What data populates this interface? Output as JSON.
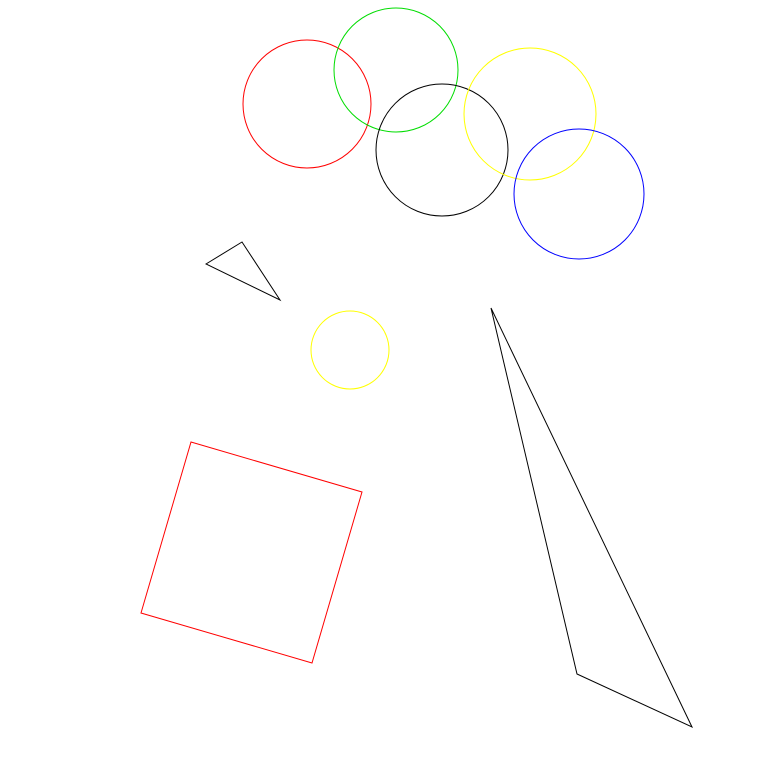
{
  "background": "#ffffff",
  "shapes": [
    {
      "kind": "circle",
      "name": "red-circle",
      "color": "#ff0000"
    },
    {
      "kind": "circle",
      "name": "green-circle",
      "color": "#00dd00"
    },
    {
      "kind": "circle",
      "name": "black-circle",
      "color": "#000000"
    },
    {
      "kind": "circle",
      "name": "yellow-circle-large",
      "color": "#ffff00"
    },
    {
      "kind": "circle",
      "name": "blue-circle",
      "color": "#0000ff"
    },
    {
      "kind": "circle",
      "name": "yellow-circle-small",
      "color": "#ffff00"
    },
    {
      "kind": "triangle",
      "name": "small-black-triangle",
      "color": "#000000"
    },
    {
      "kind": "square",
      "name": "red-square",
      "color": "#ff0000"
    },
    {
      "kind": "triangle",
      "name": "large-black-triangle",
      "color": "#000000"
    }
  ]
}
